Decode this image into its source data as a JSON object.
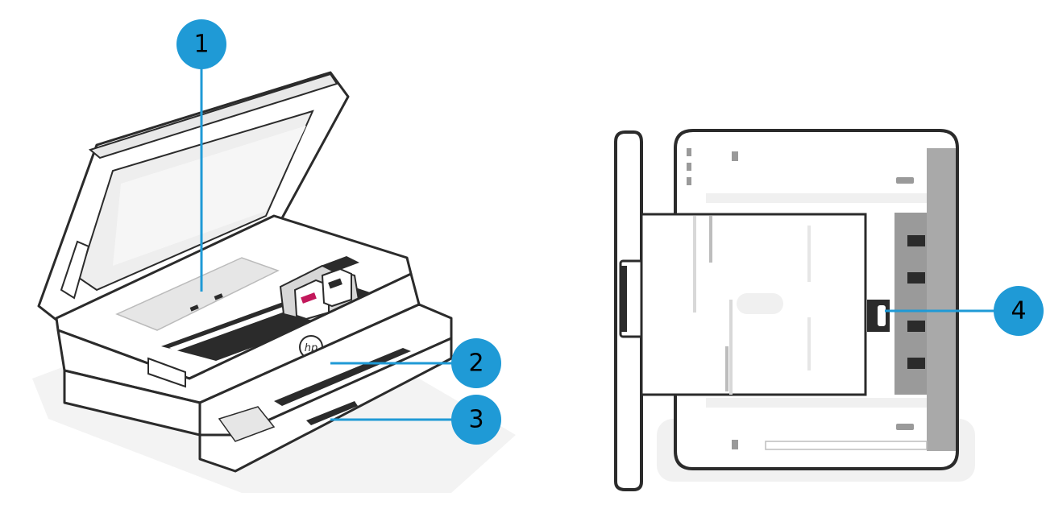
{
  "callouts": [
    {
      "number": "1",
      "target": "scanner-glass-area"
    },
    {
      "number": "2",
      "target": "output-tray"
    },
    {
      "number": "3",
      "target": "input-tray"
    },
    {
      "number": "4",
      "target": "paper-tray-latch"
    }
  ],
  "printer": {
    "logo_text": "hp"
  },
  "colors": {
    "callout_fill": "#1f9ad6",
    "outline": "#2b2b2b",
    "shadow": "#f1f1f1",
    "gray_panel": "#a9a9a9",
    "magenta_cartridge": "#c2185b"
  }
}
